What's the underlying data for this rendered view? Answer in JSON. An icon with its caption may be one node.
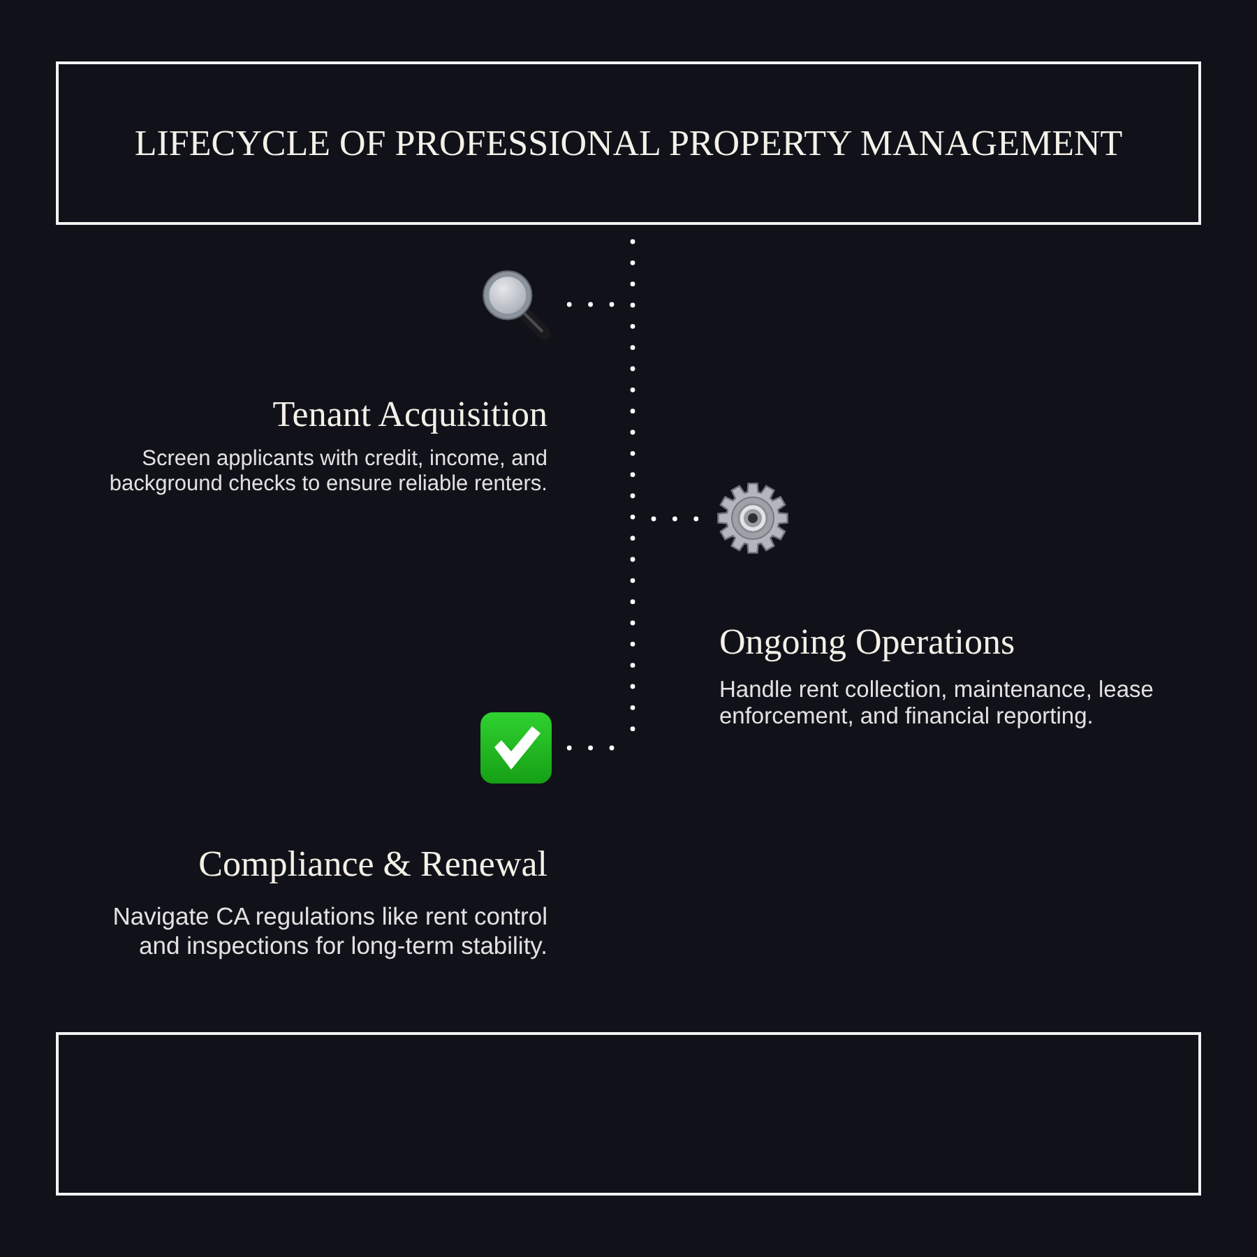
{
  "diagram": {
    "nodes": [
      {
        "text": [
          "LIFECYCLE OF PROFESSIONAL PROPERTY MANAGEMENT"
        ]
      },
      {
        "text": [],
        "shape": "line"
      },
      {
        "text": [],
        "shape": "picture",
        "beside": [
          "Tenant Acquisition",
          "Screen applicants with credit, income, and background checks to ensure reliable renters."
        ]
      },
      {
        "text": [],
        "shape": "picture",
        "beside": [
          "Ongoing Operations",
          "Handle rent collection, maintenance, lease enforcement, and financial reporting."
        ]
      },
      {
        "text": [],
        "shape": "picture",
        "beside": [
          "Compliance & Renewal",
          "Navigate CA regulations like rent control and inspections for long-term stability."
        ]
      },
      {
        "text": [],
        "shape": "box"
      }
    ],
    "edges": [
      {
        "from": 1,
        "to": 2,
        "arrow": "none"
      },
      {
        "from": 1,
        "to": 3,
        "arrow": "none"
      },
      {
        "from": 1,
        "to": 4,
        "arrow": "none"
      }
    ]
  }
}
